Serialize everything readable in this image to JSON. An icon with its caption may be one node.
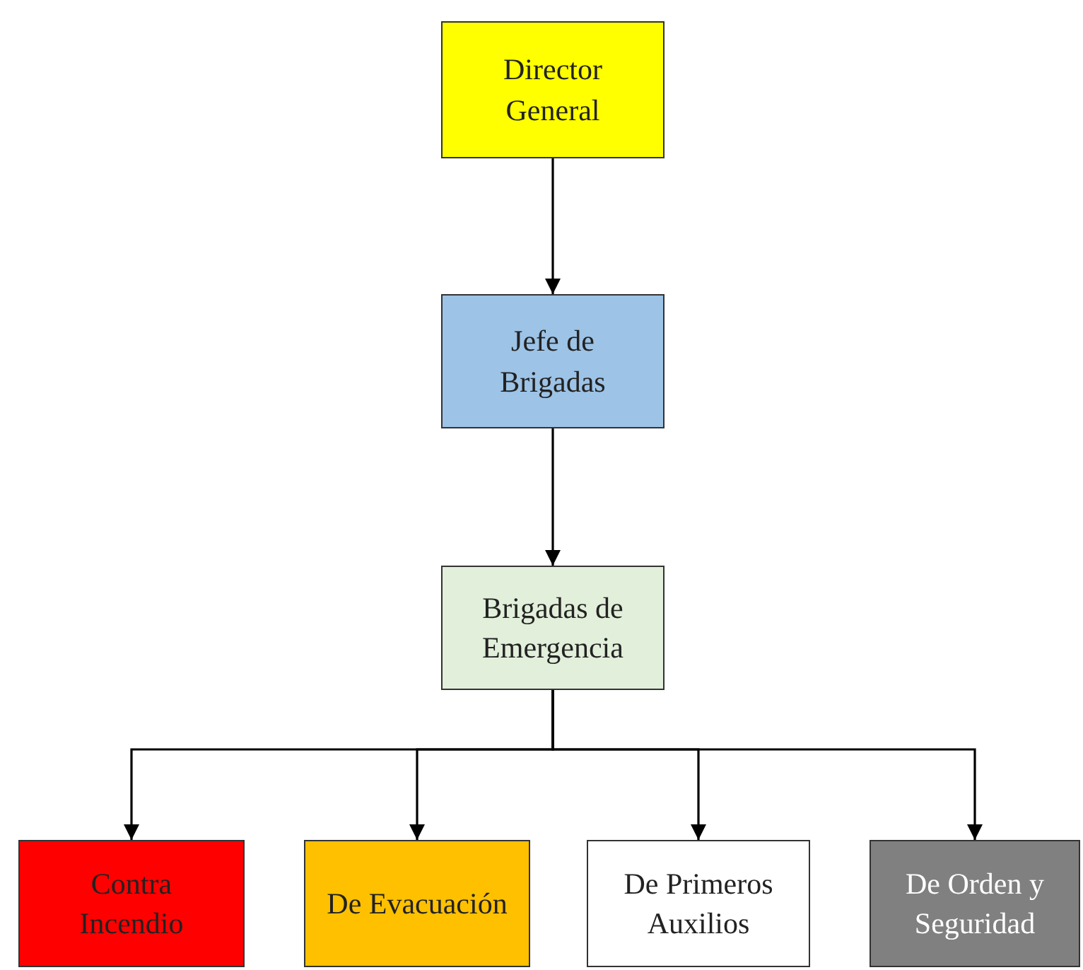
{
  "diagram": {
    "nodes": [
      {
        "text": [
          "Director General"
        ]
      },
      {
        "text": [
          "Jefe de Brigadas"
        ]
      },
      {
        "text": [
          "Brigadas de Emergencia"
        ]
      },
      {
        "text": [
          "Contra Incendio"
        ]
      },
      {
        "text": [
          "De Evacuación"
        ]
      },
      {
        "text": [
          "De Primeros Auxilios"
        ]
      },
      {
        "text": [
          "De Orden y Seguridad"
        ]
      }
    ],
    "edges": [
      {
        "from": 0,
        "to": 1,
        "arrow": "to"
      },
      {
        "from": 1,
        "to": 2,
        "arrow": "to"
      },
      {
        "from": 2,
        "to": 3,
        "arrow": "to"
      },
      {
        "from": 2,
        "to": 4,
        "arrow": "to"
      },
      {
        "from": 2,
        "to": 5,
        "arrow": "to"
      },
      {
        "from": 2,
        "to": 6,
        "arrow": "to"
      }
    ]
  }
}
